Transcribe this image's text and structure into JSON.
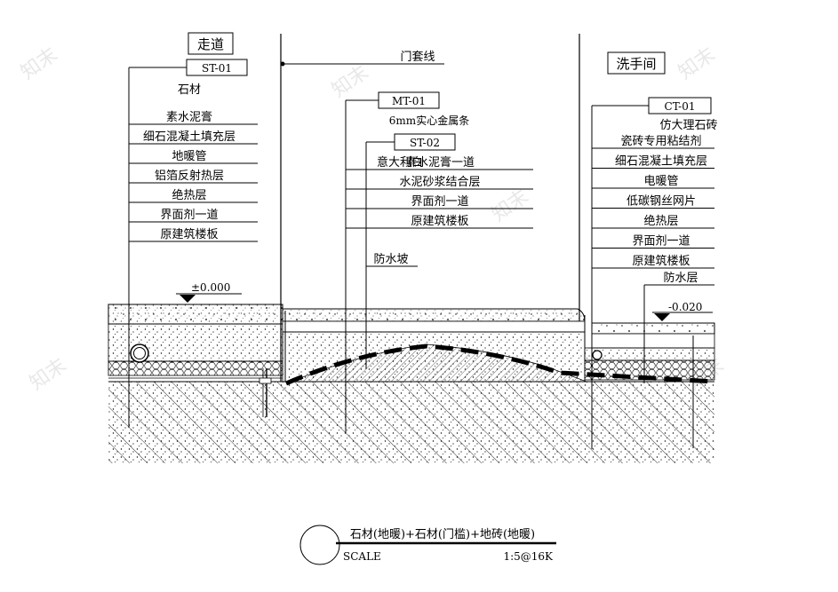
{
  "rooms": {
    "left": "走道",
    "right": "洗手间"
  },
  "left_callout": {
    "code": "ST-01",
    "name": "石材",
    "layers": [
      "素水泥膏",
      "细石混凝土填充层",
      "地暖管",
      "铝箔反射热层",
      "绝热层",
      "界面剂一道",
      "原建筑楼板"
    ]
  },
  "door_line": "门套线",
  "mid_callout": {
    "metal_code": "MT-01",
    "metal_desc": "6mm实心金属条",
    "code": "ST-02",
    "name": "意大利白",
    "layers": [
      "素水泥膏一道",
      "水泥砂浆结合层",
      "界面剂一道",
      "原建筑楼板"
    ],
    "slope": "防水坡"
  },
  "right_callout": {
    "code": "CT-01",
    "name": "仿大理石砖",
    "layers": [
      "瓷砖专用粘结剂",
      "细石混凝土填充层",
      "电暖管",
      "低碳钢丝网片",
      "绝热层",
      "界面剂一道",
      "原建筑楼板"
    ],
    "waterproof": "防水层"
  },
  "levels": {
    "left": "±0.000",
    "right": "-0.020"
  },
  "title_block": {
    "title": "石材(地暖)+石材(门槛)+地砖(地暖)",
    "scale_label": "SCALE",
    "scale_value": "1:5@16K"
  },
  "watermark": "知末"
}
